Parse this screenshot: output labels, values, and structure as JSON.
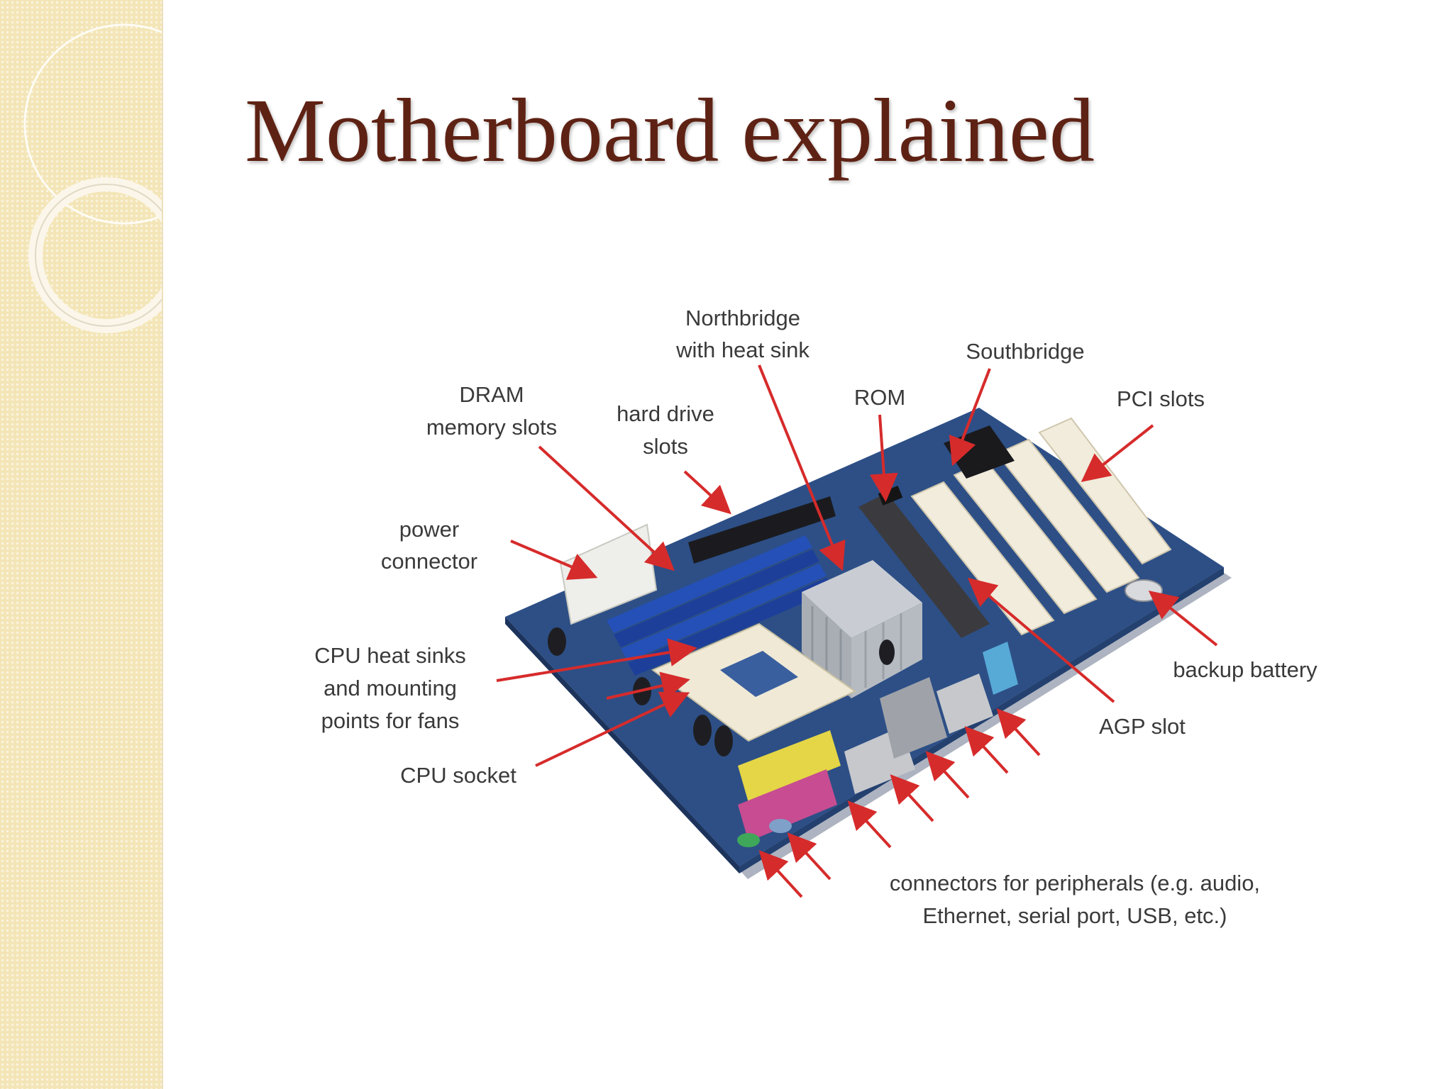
{
  "slide": {
    "title": "Motherboard explained"
  },
  "diagram": {
    "labels": {
      "northbridge": [
        "Northbridge",
        "with heat sink"
      ],
      "southbridge": "Southbridge",
      "rom": "ROM",
      "pci_slots": "PCI slots",
      "dram": [
        "DRAM",
        "memory slots"
      ],
      "hard_drive": [
        "hard drive",
        "slots"
      ],
      "power_connector": [
        "power",
        "connector"
      ],
      "cpu_heat_sinks": [
        "CPU heat sinks",
        "and mounting",
        "points for fans"
      ],
      "cpu_socket": "CPU socket",
      "backup_battery": "backup battery",
      "agp_slot": "AGP slot",
      "connectors": [
        "connectors for peripherals (e.g. audio,",
        "Ethernet, serial port, USB, etc.)"
      ]
    }
  },
  "colors": {
    "title": "#5e2214",
    "side_band": "#f3e5b6",
    "arrow": "#d62b2b",
    "board": "#2d4f86",
    "label_text": "#3a3a3a"
  }
}
